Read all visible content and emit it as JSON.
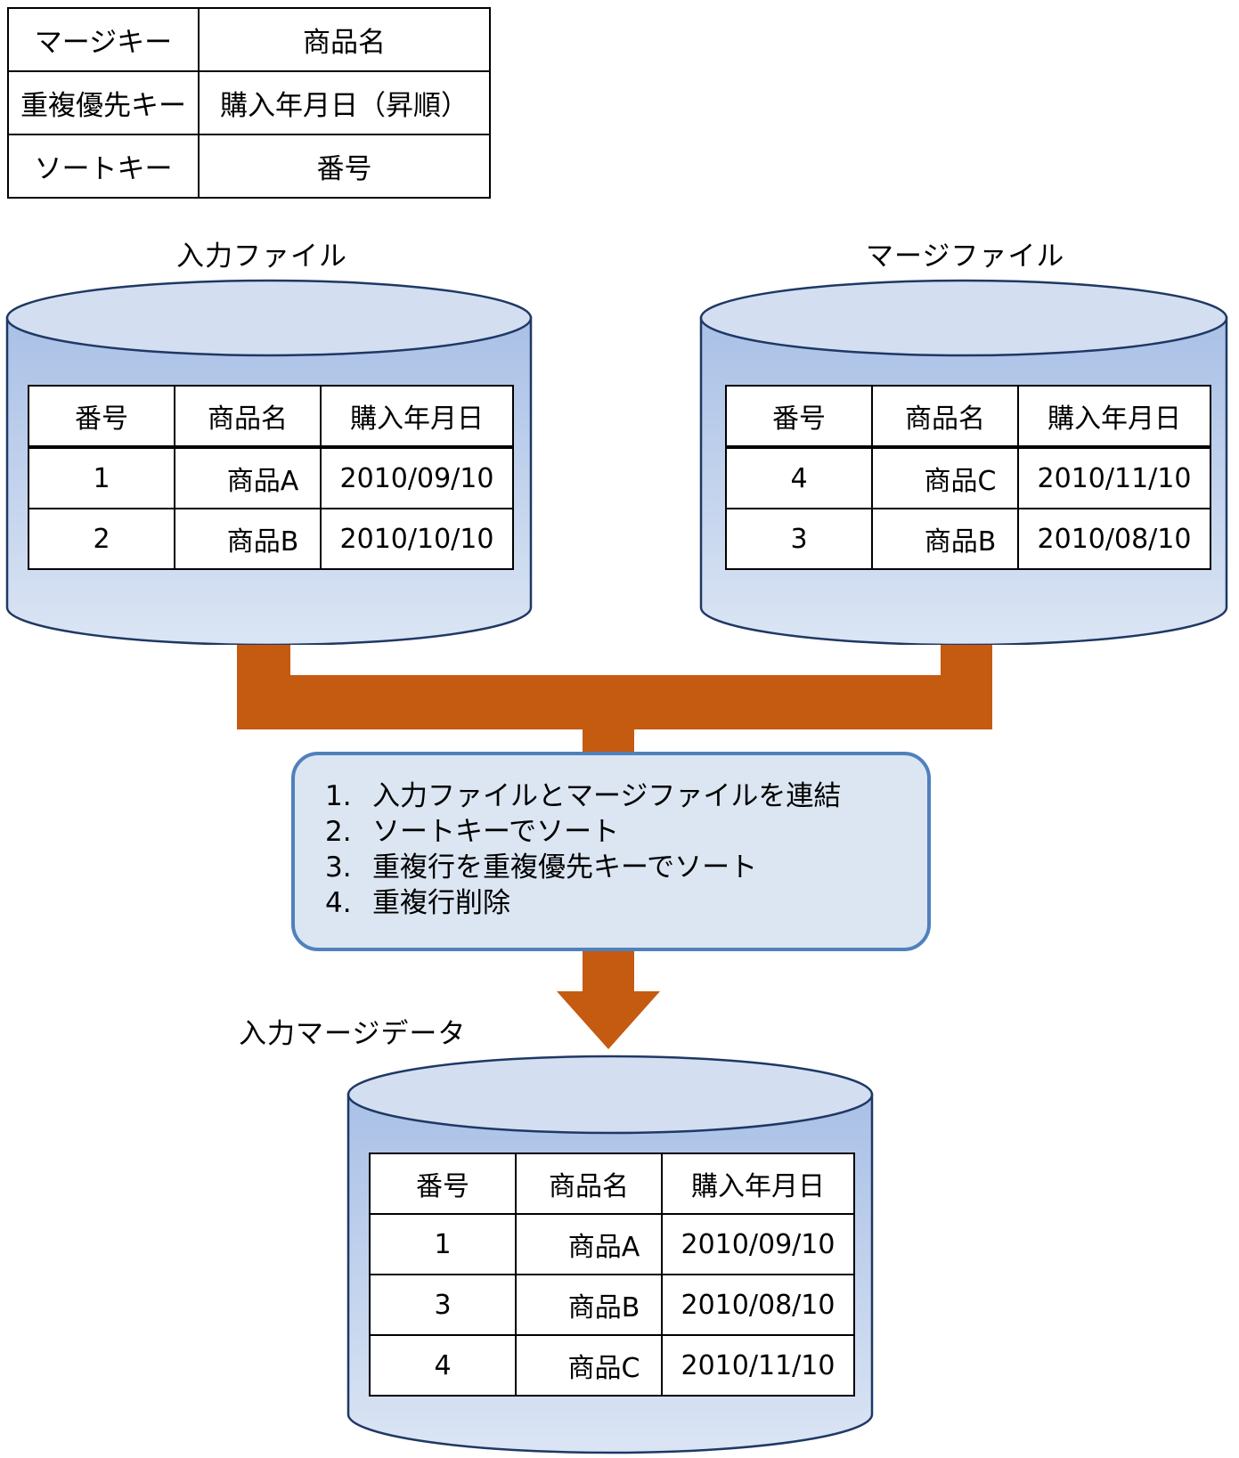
{
  "key_table": {
    "rows": [
      {
        "key": "マージキー",
        "value": "商品名"
      },
      {
        "key": "重複優先キー",
        "value": "購入年月日（昇順）"
      },
      {
        "key": "ソートキー",
        "value": "番号"
      }
    ]
  },
  "input_file": {
    "label": "入力ファイル",
    "headers": [
      "番号",
      "商品名",
      "購入年月日"
    ],
    "rows": [
      [
        "1",
        "商品A",
        "2010/09/10"
      ],
      [
        "2",
        "商品B",
        "2010/10/10"
      ]
    ]
  },
  "merge_file": {
    "label": "マージファイル",
    "headers": [
      "番号",
      "商品名",
      "購入年月日"
    ],
    "rows": [
      [
        "4",
        "商品C",
        "2010/11/10"
      ],
      [
        "3",
        "商品B",
        "2010/08/10"
      ]
    ]
  },
  "process": {
    "steps": [
      {
        "num": "1.",
        "text": "入力ファイルとマージファイルを連結"
      },
      {
        "num": "2.",
        "text": "ソートキーでソート"
      },
      {
        "num": "3.",
        "text": "重複行を重複優先キーでソート"
      },
      {
        "num": "4.",
        "text": "重複行削除"
      }
    ]
  },
  "output_file": {
    "label": "入力マージデータ",
    "headers": [
      "番号",
      "商品名",
      "購入年月日"
    ],
    "rows": [
      [
        "1",
        "商品A",
        "2010/09/10"
      ],
      [
        "3",
        "商品B",
        "2010/08/10"
      ],
      [
        "4",
        "商品C",
        "2010/11/10"
      ]
    ]
  },
  "colors": {
    "cylinder_fill": "#b4c7e7",
    "cylinder_top": "#d3dff1",
    "cylinder_stroke": "#1f3864",
    "arrow": "#c55a11",
    "process_fill": "#dce6f2",
    "process_stroke": "#4f81bd"
  }
}
